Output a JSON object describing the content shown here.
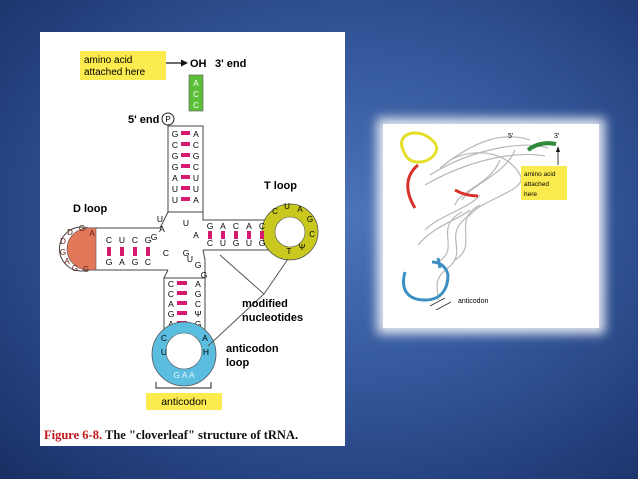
{
  "left_figure": {
    "amino_acid_box": [
      "amino acid",
      "attached here"
    ],
    "oh_label": "OH",
    "three_prime_end": "3' end",
    "five_prime_end": "5' end",
    "phosphate": "P",
    "t_loop_label": "T loop",
    "d_loop_label": "D loop",
    "modified_label": [
      "modified",
      "nucleotides"
    ],
    "anticodon_loop_label": [
      "anticodon",
      "loop"
    ],
    "anticodon_box": "anticodon",
    "acceptor_tail": [
      "A",
      "C",
      "C"
    ],
    "acceptor_left": [
      "G",
      "C",
      "G",
      "G",
      "A",
      "U",
      "U"
    ],
    "acceptor_right": [
      "A",
      "C",
      "G",
      "C",
      "U",
      "U",
      "A"
    ],
    "d_stem_top": [
      "C",
      "U",
      "C",
      "G"
    ],
    "d_stem_bottom": [
      "G",
      "A",
      "G",
      "C"
    ],
    "d_loop_bases": [
      "A",
      "G",
      "D",
      "D",
      "G",
      "A",
      "G",
      "G"
    ],
    "t_stem_top": [
      "G",
      "A",
      "C",
      "A",
      "C"
    ],
    "t_stem_bottom": [
      "C",
      "U",
      "G",
      "U",
      "G"
    ],
    "t_loop_bases": [
      "C",
      "U",
      "A",
      "G",
      "C",
      "Ψ",
      "T"
    ],
    "anticodon_stem_left": [
      "C",
      "C",
      "A",
      "G",
      "A"
    ],
    "anticodon_stem_right": [
      "G",
      "G",
      "A",
      "G",
      "C",
      "Ψ",
      "G"
    ],
    "anticodon_loop_bases": [
      "C",
      "U",
      "A",
      "H"
    ],
    "anticodon_bases": "G A A",
    "junction_bases": [
      "U",
      "A",
      "G",
      "C",
      "G",
      "U",
      "A",
      "U"
    ]
  },
  "caption": {
    "figure_number": "Figure 6-8.",
    "text": " The \"cloverleaf\" structure of tRNA."
  },
  "right_figure": {
    "five_prime": "5'",
    "three_prime": "3'",
    "amino_acid_box": [
      "amino acid",
      "attached",
      "here"
    ],
    "anticodon": "anticodon"
  },
  "colors": {
    "acceptor": "#5cbf3a",
    "t_loop": "#c8c81e",
    "d_loop": "#e3775a",
    "anticodon_loop": "#5bbde0",
    "base_pair": "#d61a6f",
    "label_box": "#fbeb4e",
    "caption_red": "#c2151b",
    "background": "#2d4f93"
  }
}
